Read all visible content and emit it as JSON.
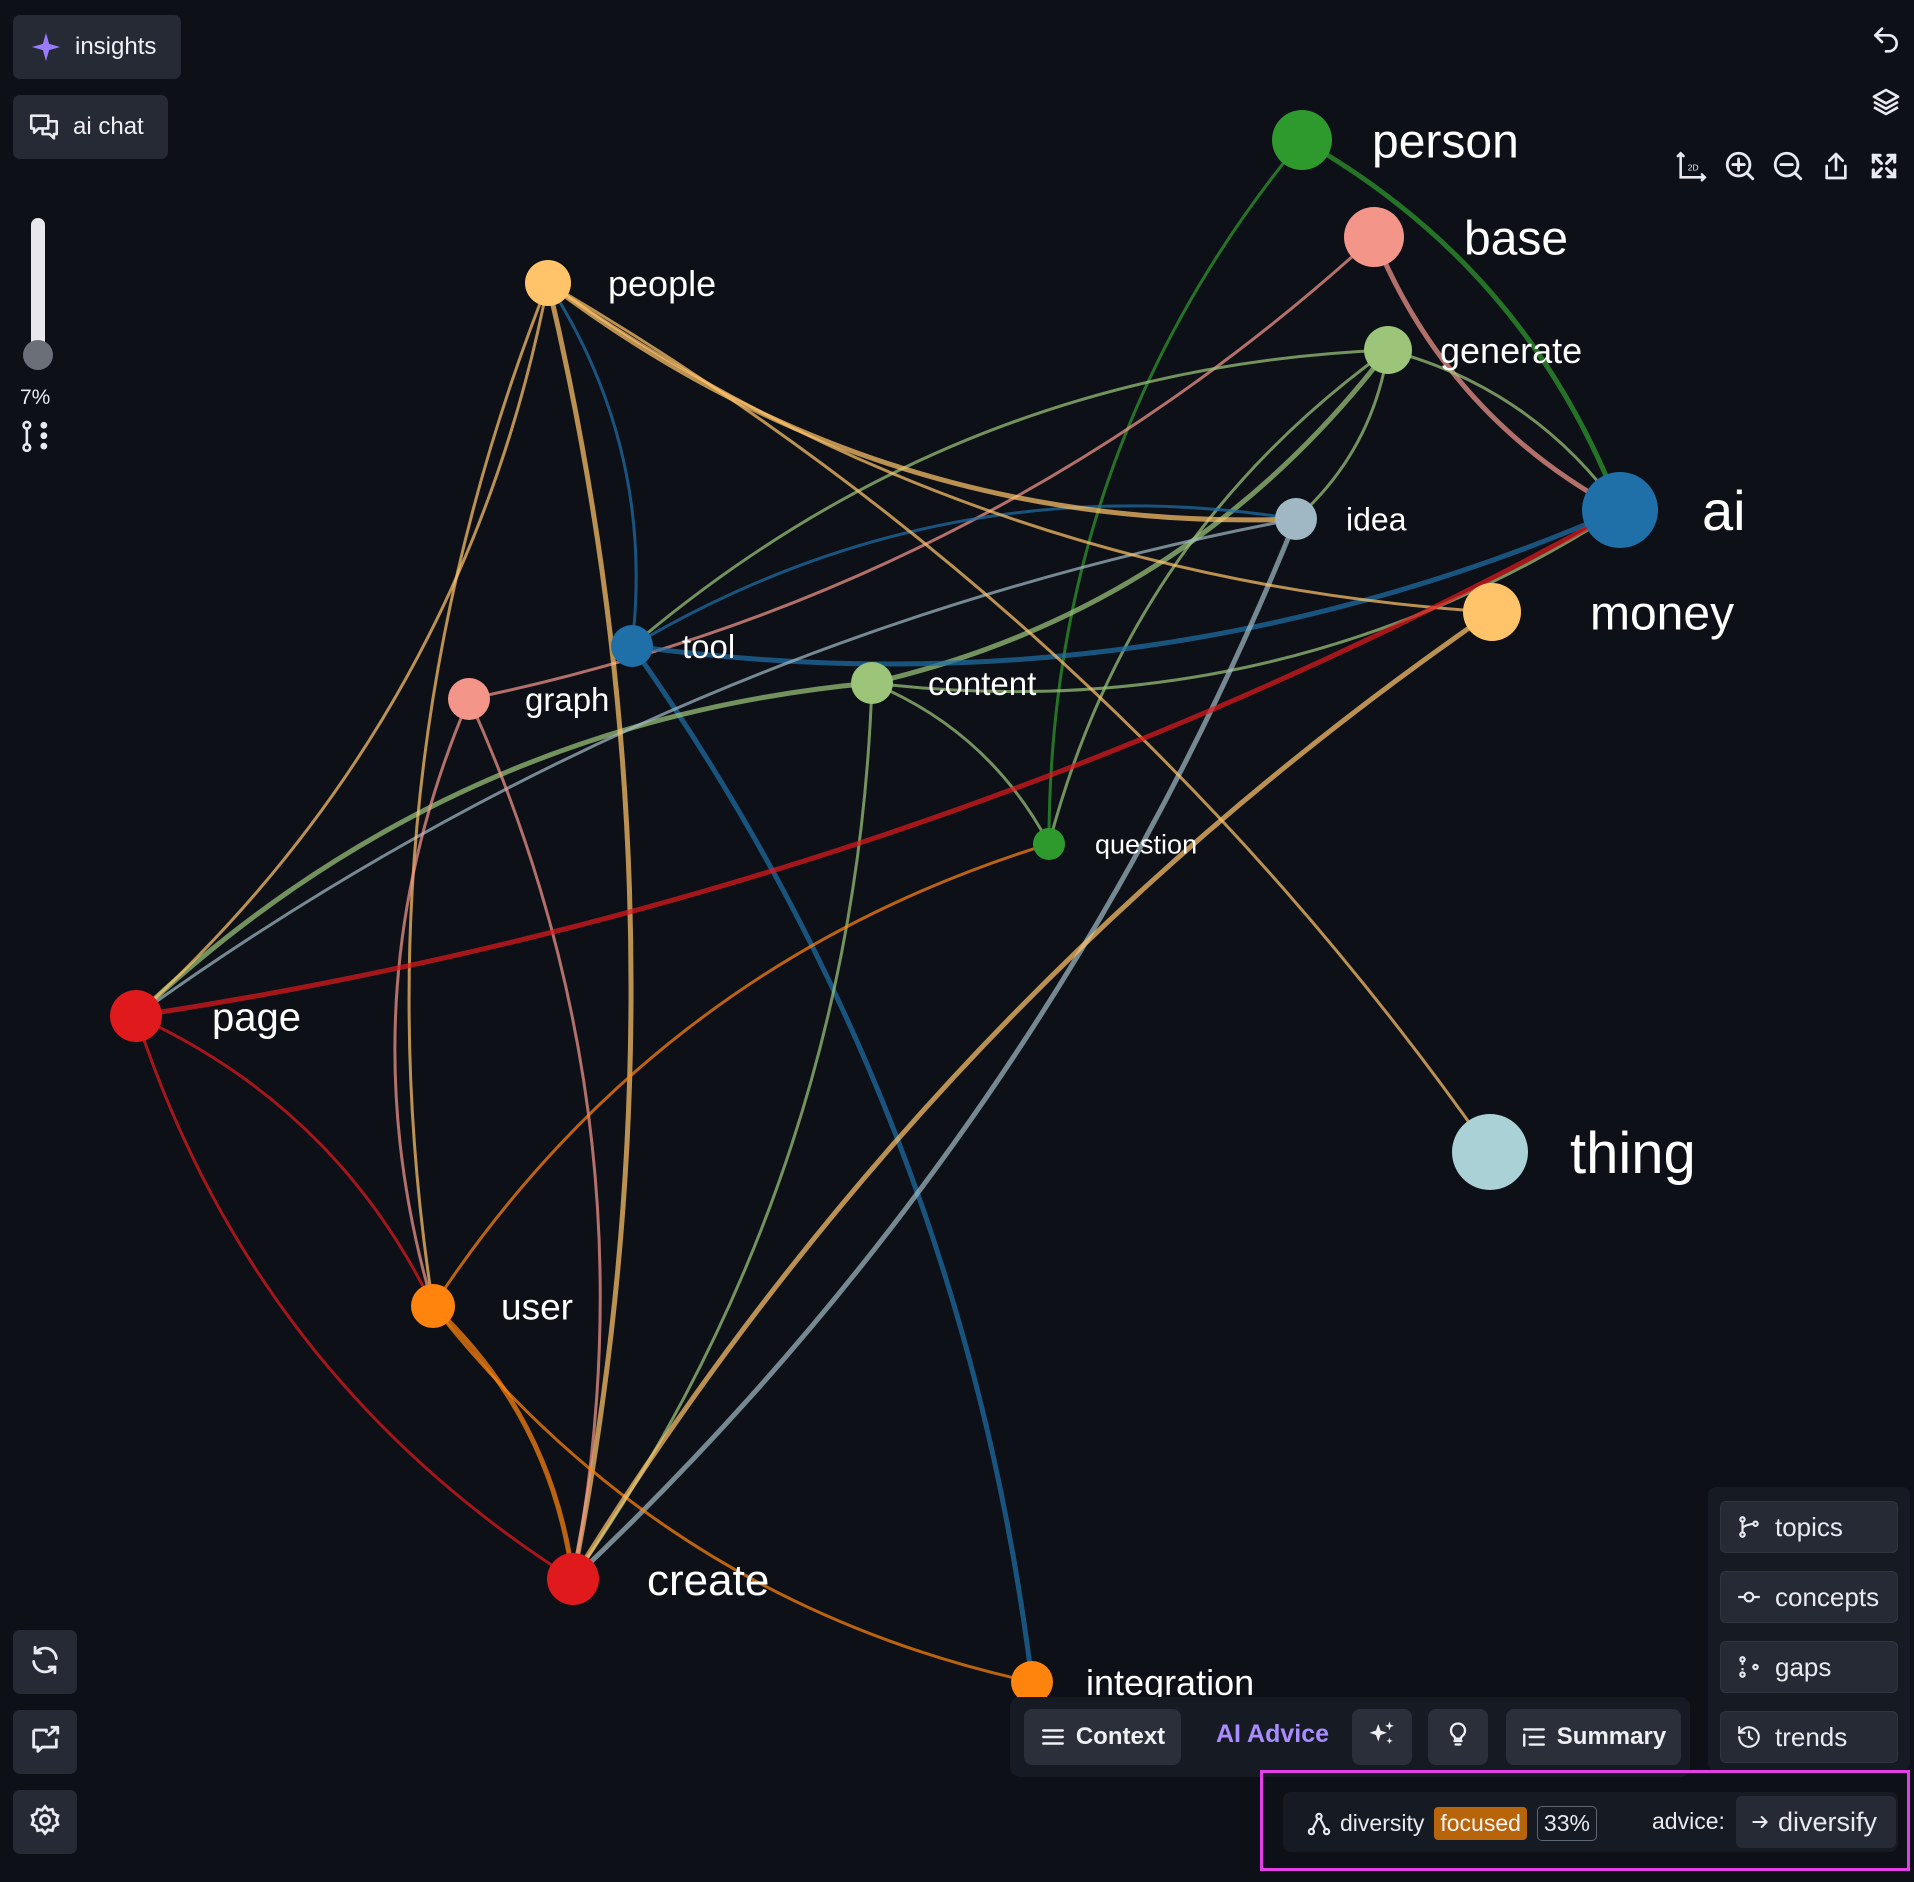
{
  "left_panel": {
    "insights_label": "insights",
    "ai_chat_label": "ai chat",
    "slider_percent": "7%",
    "slider_value": 0.07
  },
  "graph": {
    "nodes": [
      {
        "id": "person",
        "label": "person",
        "color": "#2e9a2e"
      },
      {
        "id": "base",
        "label": "base",
        "color": "#f4958a"
      },
      {
        "id": "generate",
        "label": "generate",
        "color": "#9cc57a"
      },
      {
        "id": "ai",
        "label": "ai",
        "color": "#1f6fa8"
      },
      {
        "id": "idea",
        "label": "idea",
        "color": "#9fb8c4"
      },
      {
        "id": "money",
        "label": "money",
        "color": "#ffc46a"
      },
      {
        "id": "people",
        "label": "people",
        "color": "#ffc46a"
      },
      {
        "id": "tool",
        "label": "tool",
        "color": "#1f6fa8"
      },
      {
        "id": "graph",
        "label": "graph",
        "color": "#f4958a"
      },
      {
        "id": "content",
        "label": "content",
        "color": "#9cc57a"
      },
      {
        "id": "question",
        "label": "question",
        "color": "#2e9a2e"
      },
      {
        "id": "page",
        "label": "page",
        "color": "#e0191d"
      },
      {
        "id": "thing",
        "label": "thing",
        "color": "#a9d1d6"
      },
      {
        "id": "user",
        "label": "user",
        "color": "#ff840e"
      },
      {
        "id": "create",
        "label": "create",
        "color": "#e0191d"
      },
      {
        "id": "integration",
        "label": "integration",
        "color": "#ff840e"
      }
    ],
    "edges": [
      [
        "person",
        "ai"
      ],
      [
        "person",
        "question"
      ],
      [
        "base",
        "graph"
      ],
      [
        "base",
        "ai"
      ],
      [
        "generate",
        "ai"
      ],
      [
        "generate",
        "tool"
      ],
      [
        "generate",
        "content"
      ],
      [
        "generate",
        "question"
      ],
      [
        "generate",
        "idea"
      ],
      [
        "tool",
        "ai"
      ],
      [
        "tool",
        "idea"
      ],
      [
        "tool",
        "people"
      ],
      [
        "tool",
        "integration"
      ],
      [
        "content",
        "ai"
      ],
      [
        "content",
        "question"
      ],
      [
        "content",
        "page"
      ],
      [
        "content",
        "create"
      ],
      [
        "idea",
        "page"
      ],
      [
        "idea",
        "create"
      ],
      [
        "people",
        "money"
      ],
      [
        "people",
        "thing"
      ],
      [
        "people",
        "idea"
      ],
      [
        "people",
        "page"
      ],
      [
        "people",
        "user"
      ],
      [
        "people",
        "create"
      ],
      [
        "graph",
        "user"
      ],
      [
        "graph",
        "create"
      ],
      [
        "page",
        "ai"
      ],
      [
        "page",
        "user"
      ],
      [
        "page",
        "create"
      ],
      [
        "user",
        "create"
      ],
      [
        "user",
        "integration"
      ],
      [
        "user",
        "question"
      ],
      [
        "money",
        "create"
      ]
    ]
  },
  "top_right_icons": [
    "undo-icon",
    "layers-icon",
    "axis-2d-icon",
    "zoom-in-icon",
    "zoom-out-icon",
    "share-icon",
    "fit-screen-icon"
  ],
  "right_panel": {
    "topics": "topics",
    "concepts": "concepts",
    "gaps": "gaps",
    "trends": "trends"
  },
  "bottom_toolbar": {
    "context": "Context",
    "ai_advice": "AI Advice",
    "summary": "Summary"
  },
  "status_bar": {
    "diversity_label": "diversity",
    "diversity_state": "focused",
    "diversity_percent": "33%",
    "advice_label": "advice:",
    "advice_action": "diversify"
  },
  "colors": {
    "background": "#0d1017",
    "panel": "#252a35",
    "accent_purple": "#a98cff",
    "focused_badge": "#b8640a",
    "highlight_border": "#e23fe6"
  }
}
